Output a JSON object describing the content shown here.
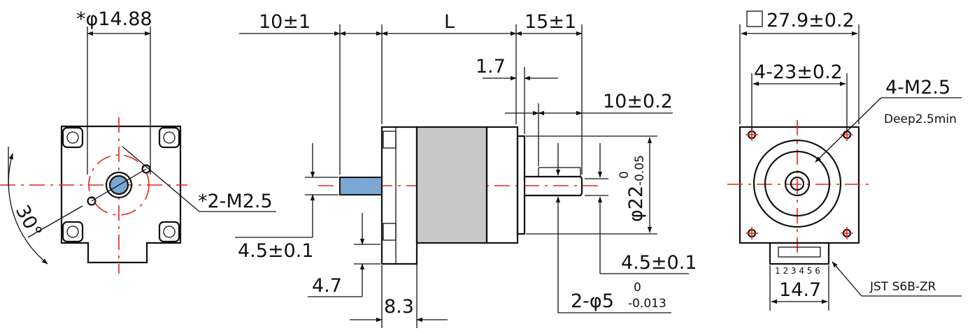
{
  "colors": {
    "line": "#111111",
    "centerline": "#e0241b",
    "shaft": "#7ba7d4",
    "body": "#c8c8c8"
  },
  "front_view": {
    "hub_dia": "*φ14.88",
    "screw_holes": "*2-M2.5",
    "angle": "30°"
  },
  "side_view": {
    "shaft_len": "10±1",
    "body_len": "L",
    "out_shaft_len": "15±1",
    "gap": "1.7",
    "flat_len": "10±0.2",
    "flange_dia": "φ22",
    "flange_tol_upper": "0",
    "flange_tol_lower": "-0.05",
    "rear_shaft_dia": "4.5±0.1",
    "front_shaft_dia": "4.5±0.1",
    "rear_flat": "4.7",
    "rear_cap_len": "8.3",
    "shaft_dia": "2-φ5",
    "shaft_tol_upper": "0",
    "shaft_tol_lower": "-0.013"
  },
  "rear_view": {
    "square": "27.9±0.2",
    "hole_spacing": "4-23±0.2",
    "holes": "4-M2.5",
    "holes_depth": "Deep2.5min",
    "connector_width": "14.7",
    "connector": "JST S6B-ZR",
    "pins": "1 2 3 4 5 6"
  }
}
